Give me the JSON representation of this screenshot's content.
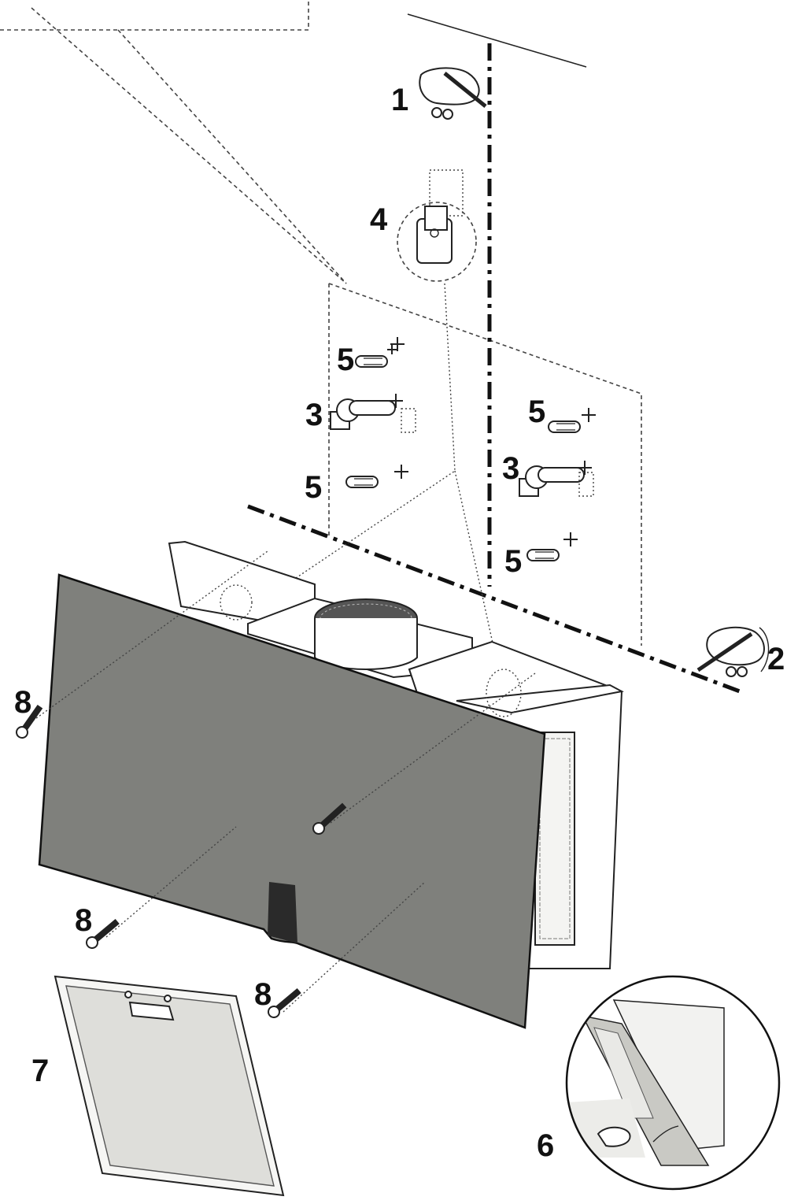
{
  "callouts": {
    "c1": "1",
    "c2": "2",
    "c3a": "3",
    "c3b": "3",
    "c4": "4",
    "c5a": "5",
    "c5b": "5",
    "c5c": "5",
    "c5d": "5",
    "c6": "6",
    "c7": "7",
    "c8a": "8",
    "c8b": "8",
    "c8c": "8"
  },
  "colors": {
    "glass_panel": "#7f807c",
    "line": "#222222",
    "filter": "#dededa"
  },
  "icons": {
    "marking_hand": "hand-with-pencil-icon",
    "screw": "screw-icon",
    "wall_plug": "wall-plug-icon",
    "bracket": "wall-bracket-icon"
  }
}
